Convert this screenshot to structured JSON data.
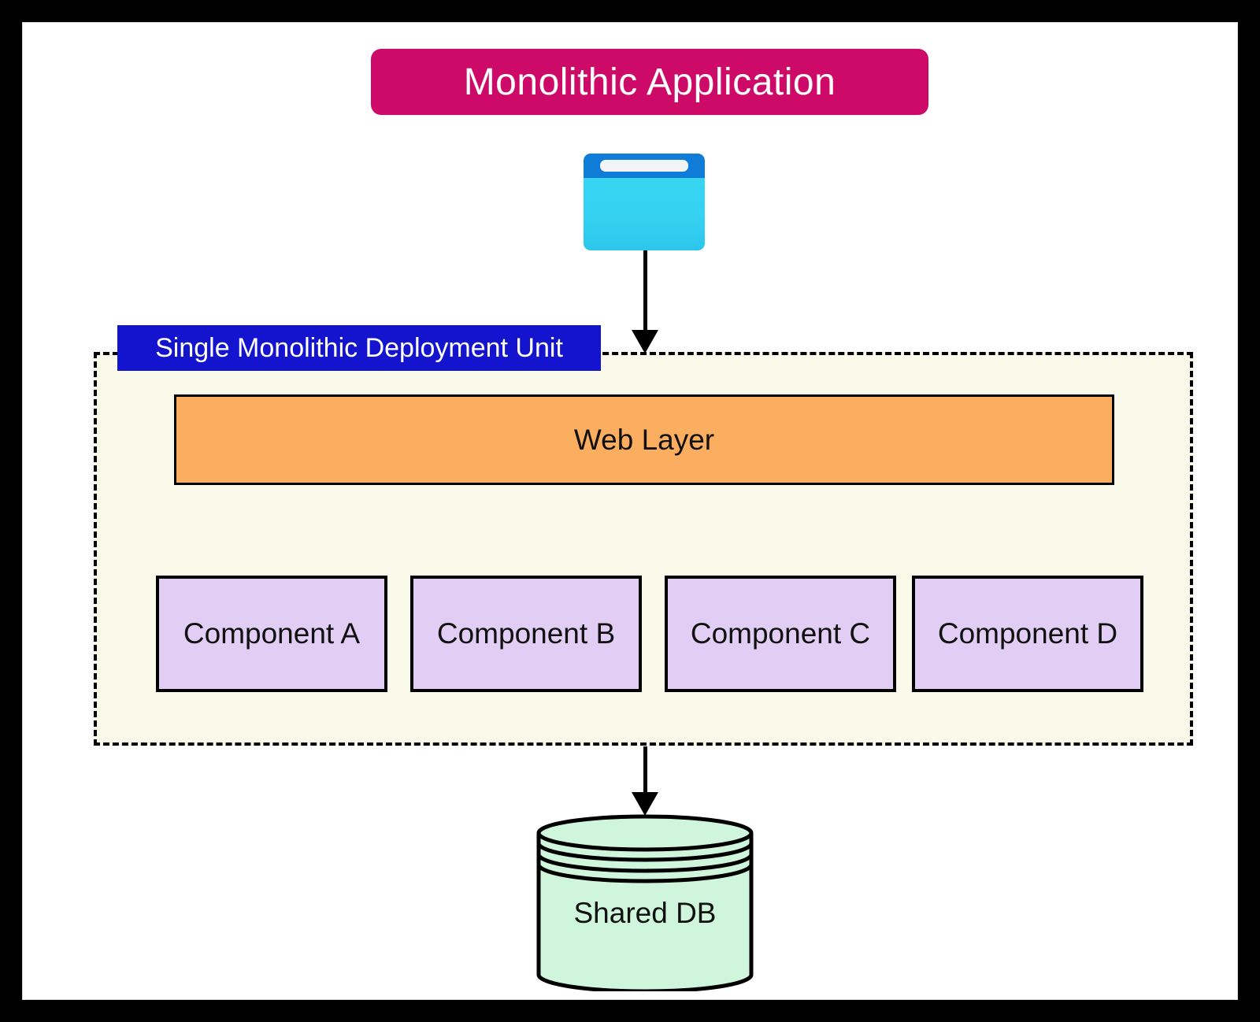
{
  "title": "Monolithic Application",
  "deployment_unit_label": "Single Monolithic Deployment Unit",
  "web_layer_label": "Web Layer",
  "components": [
    "Component A",
    "Component B",
    "Component C",
    "Component D"
  ],
  "database_label": "Shared DB",
  "icons": {
    "browser": "browser-window-icon",
    "database": "database-cylinder-icon",
    "connector": "arrow-down-icon"
  },
  "colors": {
    "title-bg": "#ce0a68",
    "title-text": "#ffffff",
    "label-bg": "#1414ce",
    "label-text": "#ffffff",
    "unit-bg": "#fafaeb",
    "unit-border": "#000000",
    "web-layer-bg": "#fbad60",
    "component-bg": "#e2cef5",
    "db-bg": "#cff5dc",
    "browser-top": "#0f7cd8",
    "browser-body": "#35d1f1",
    "browser-address": "#f1f3f5"
  }
}
